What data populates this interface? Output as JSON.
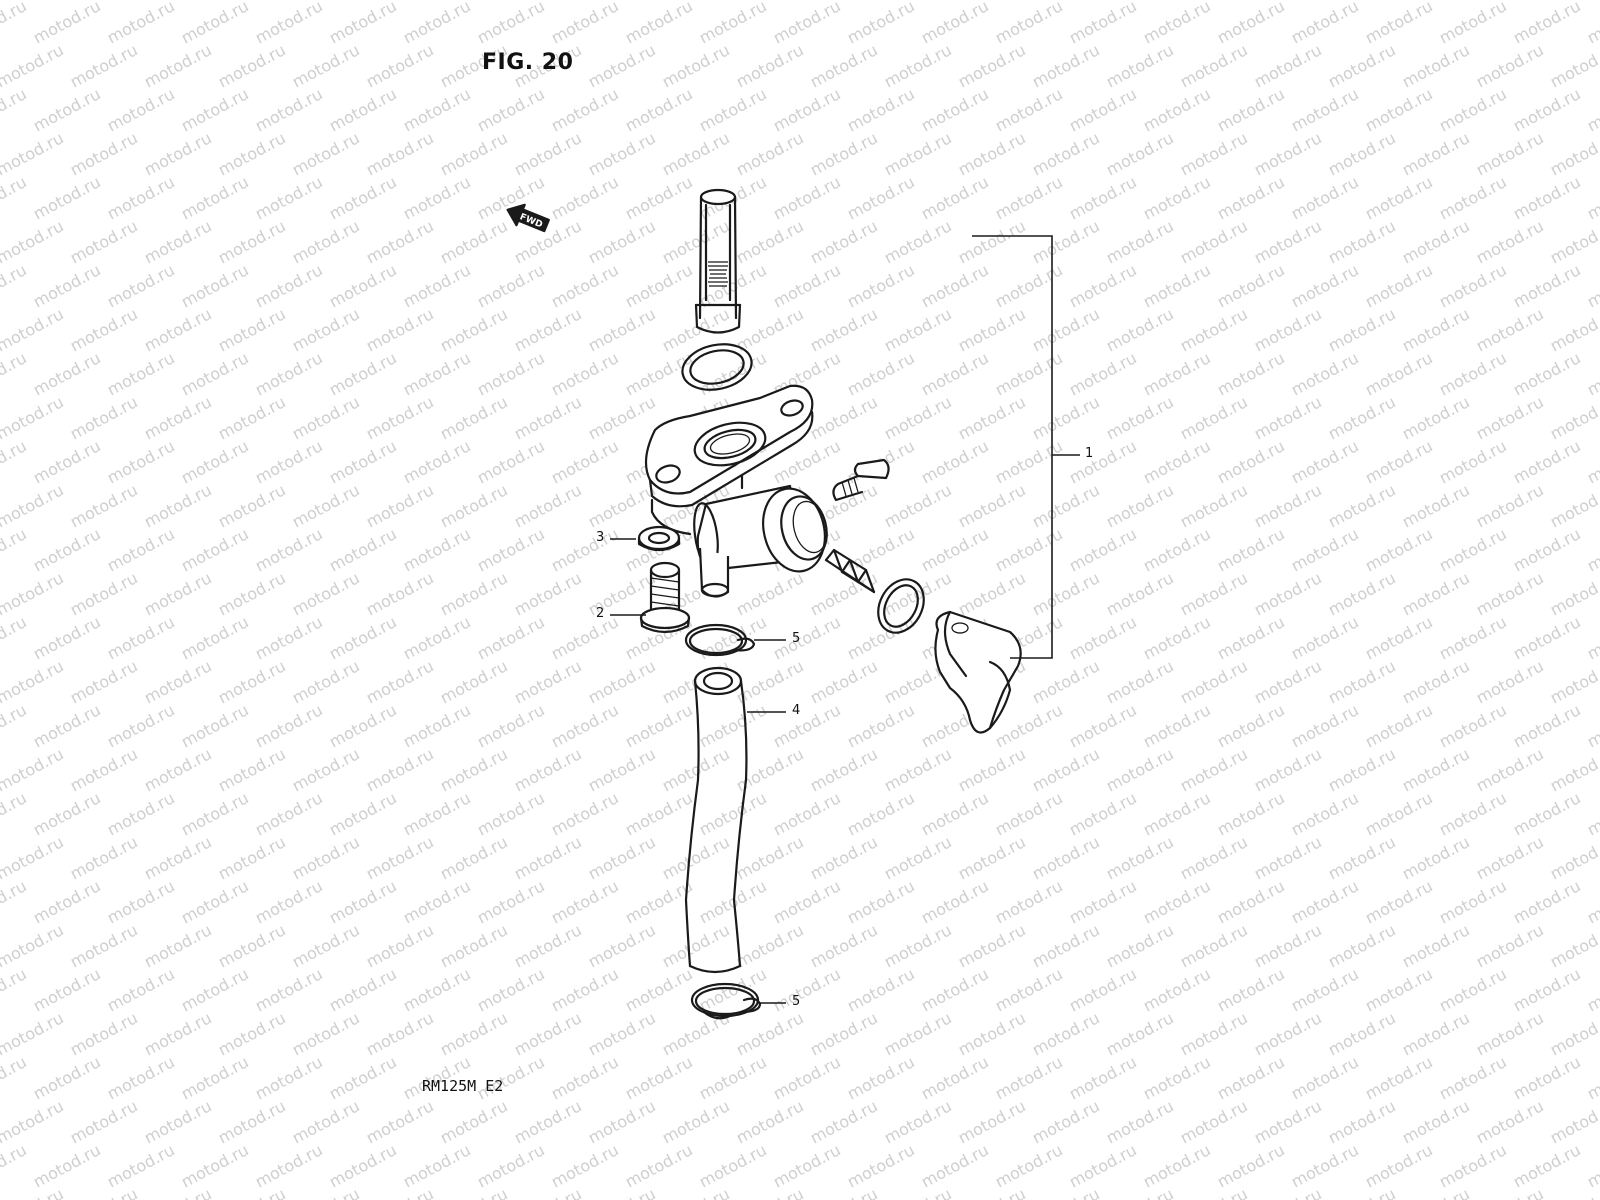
{
  "figure": {
    "title": "FIG. 20",
    "model_code": "RM125M  E2",
    "watermark": "motod.ru",
    "direction_badge": "FWD"
  },
  "callouts": [
    {
      "id": "1",
      "label": "1"
    },
    {
      "id": "2",
      "label": "2"
    },
    {
      "id": "3",
      "label": "3"
    },
    {
      "id": "4",
      "label": "4"
    },
    {
      "id": "5a",
      "label": "5"
    },
    {
      "id": "5b",
      "label": "5"
    }
  ],
  "colors": {
    "line": "#1a1a1a",
    "watermark": "#cfcfcf",
    "background": "#ffffff"
  }
}
